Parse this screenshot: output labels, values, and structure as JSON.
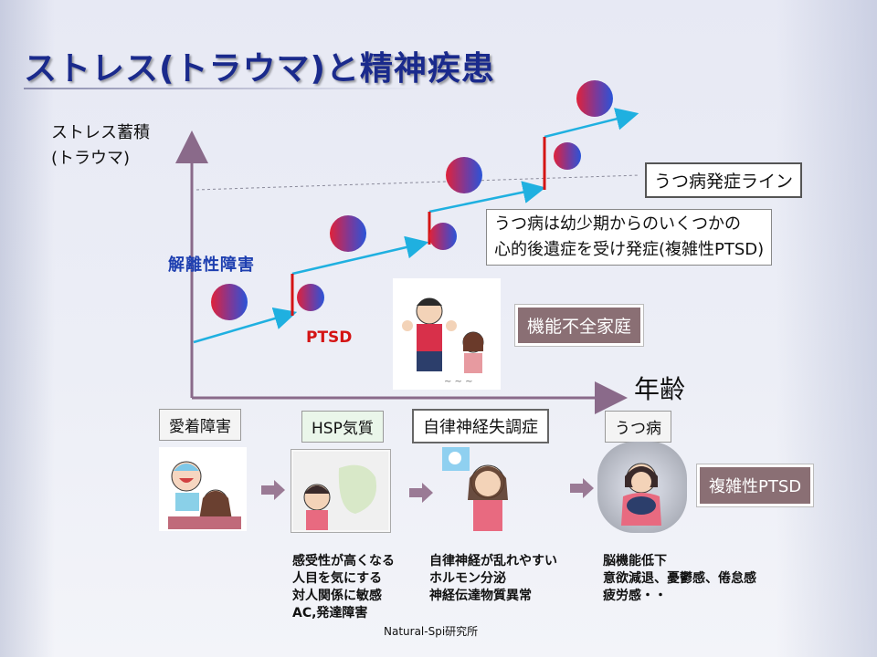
{
  "title": "ストレス(トラウマ)と精神疾患",
  "y_axis_label_line1": "ストレス蓄積",
  "y_axis_label_line2": "(トラウマ)",
  "x_axis_label": "年齢",
  "dissociative_label": "解離性障害",
  "ptsd_label": "PTSD",
  "depression_line_label": "うつ病発症ライン",
  "explanation_line1": "うつ病は幼少期からのいくつかの",
  "explanation_line2": "心的後遺症を受け発症(複雑性PTSD)",
  "dysfunctional_family": "機能不全家庭",
  "complex_ptsd": "複雑性PTSD",
  "stages": [
    {
      "label": "愛着障害"
    },
    {
      "label": "HSP気質"
    },
    {
      "label": "自律神経失調症"
    },
    {
      "label": "うつ病"
    }
  ],
  "descriptions": {
    "hsp": [
      "感受性が高くなる",
      "人目を気にする",
      "対人関係に敏感",
      "AC,発達障害"
    ],
    "autonomic": [
      "自律神経が乱れやすい",
      "ホルモン分泌",
      "神経伝達物質異常"
    ],
    "depression": [
      "脳機能低下",
      "意欲減退、憂鬱感、倦怠感",
      "疲労感・・"
    ]
  },
  "credit": "Natural-Spi研究所",
  "colors": {
    "title": "#1a2a8c",
    "arrow": "#1fb0e0",
    "axis": "#8a6a8a",
    "step": "#d41414",
    "tag_bg": "#8a6f74"
  }
}
